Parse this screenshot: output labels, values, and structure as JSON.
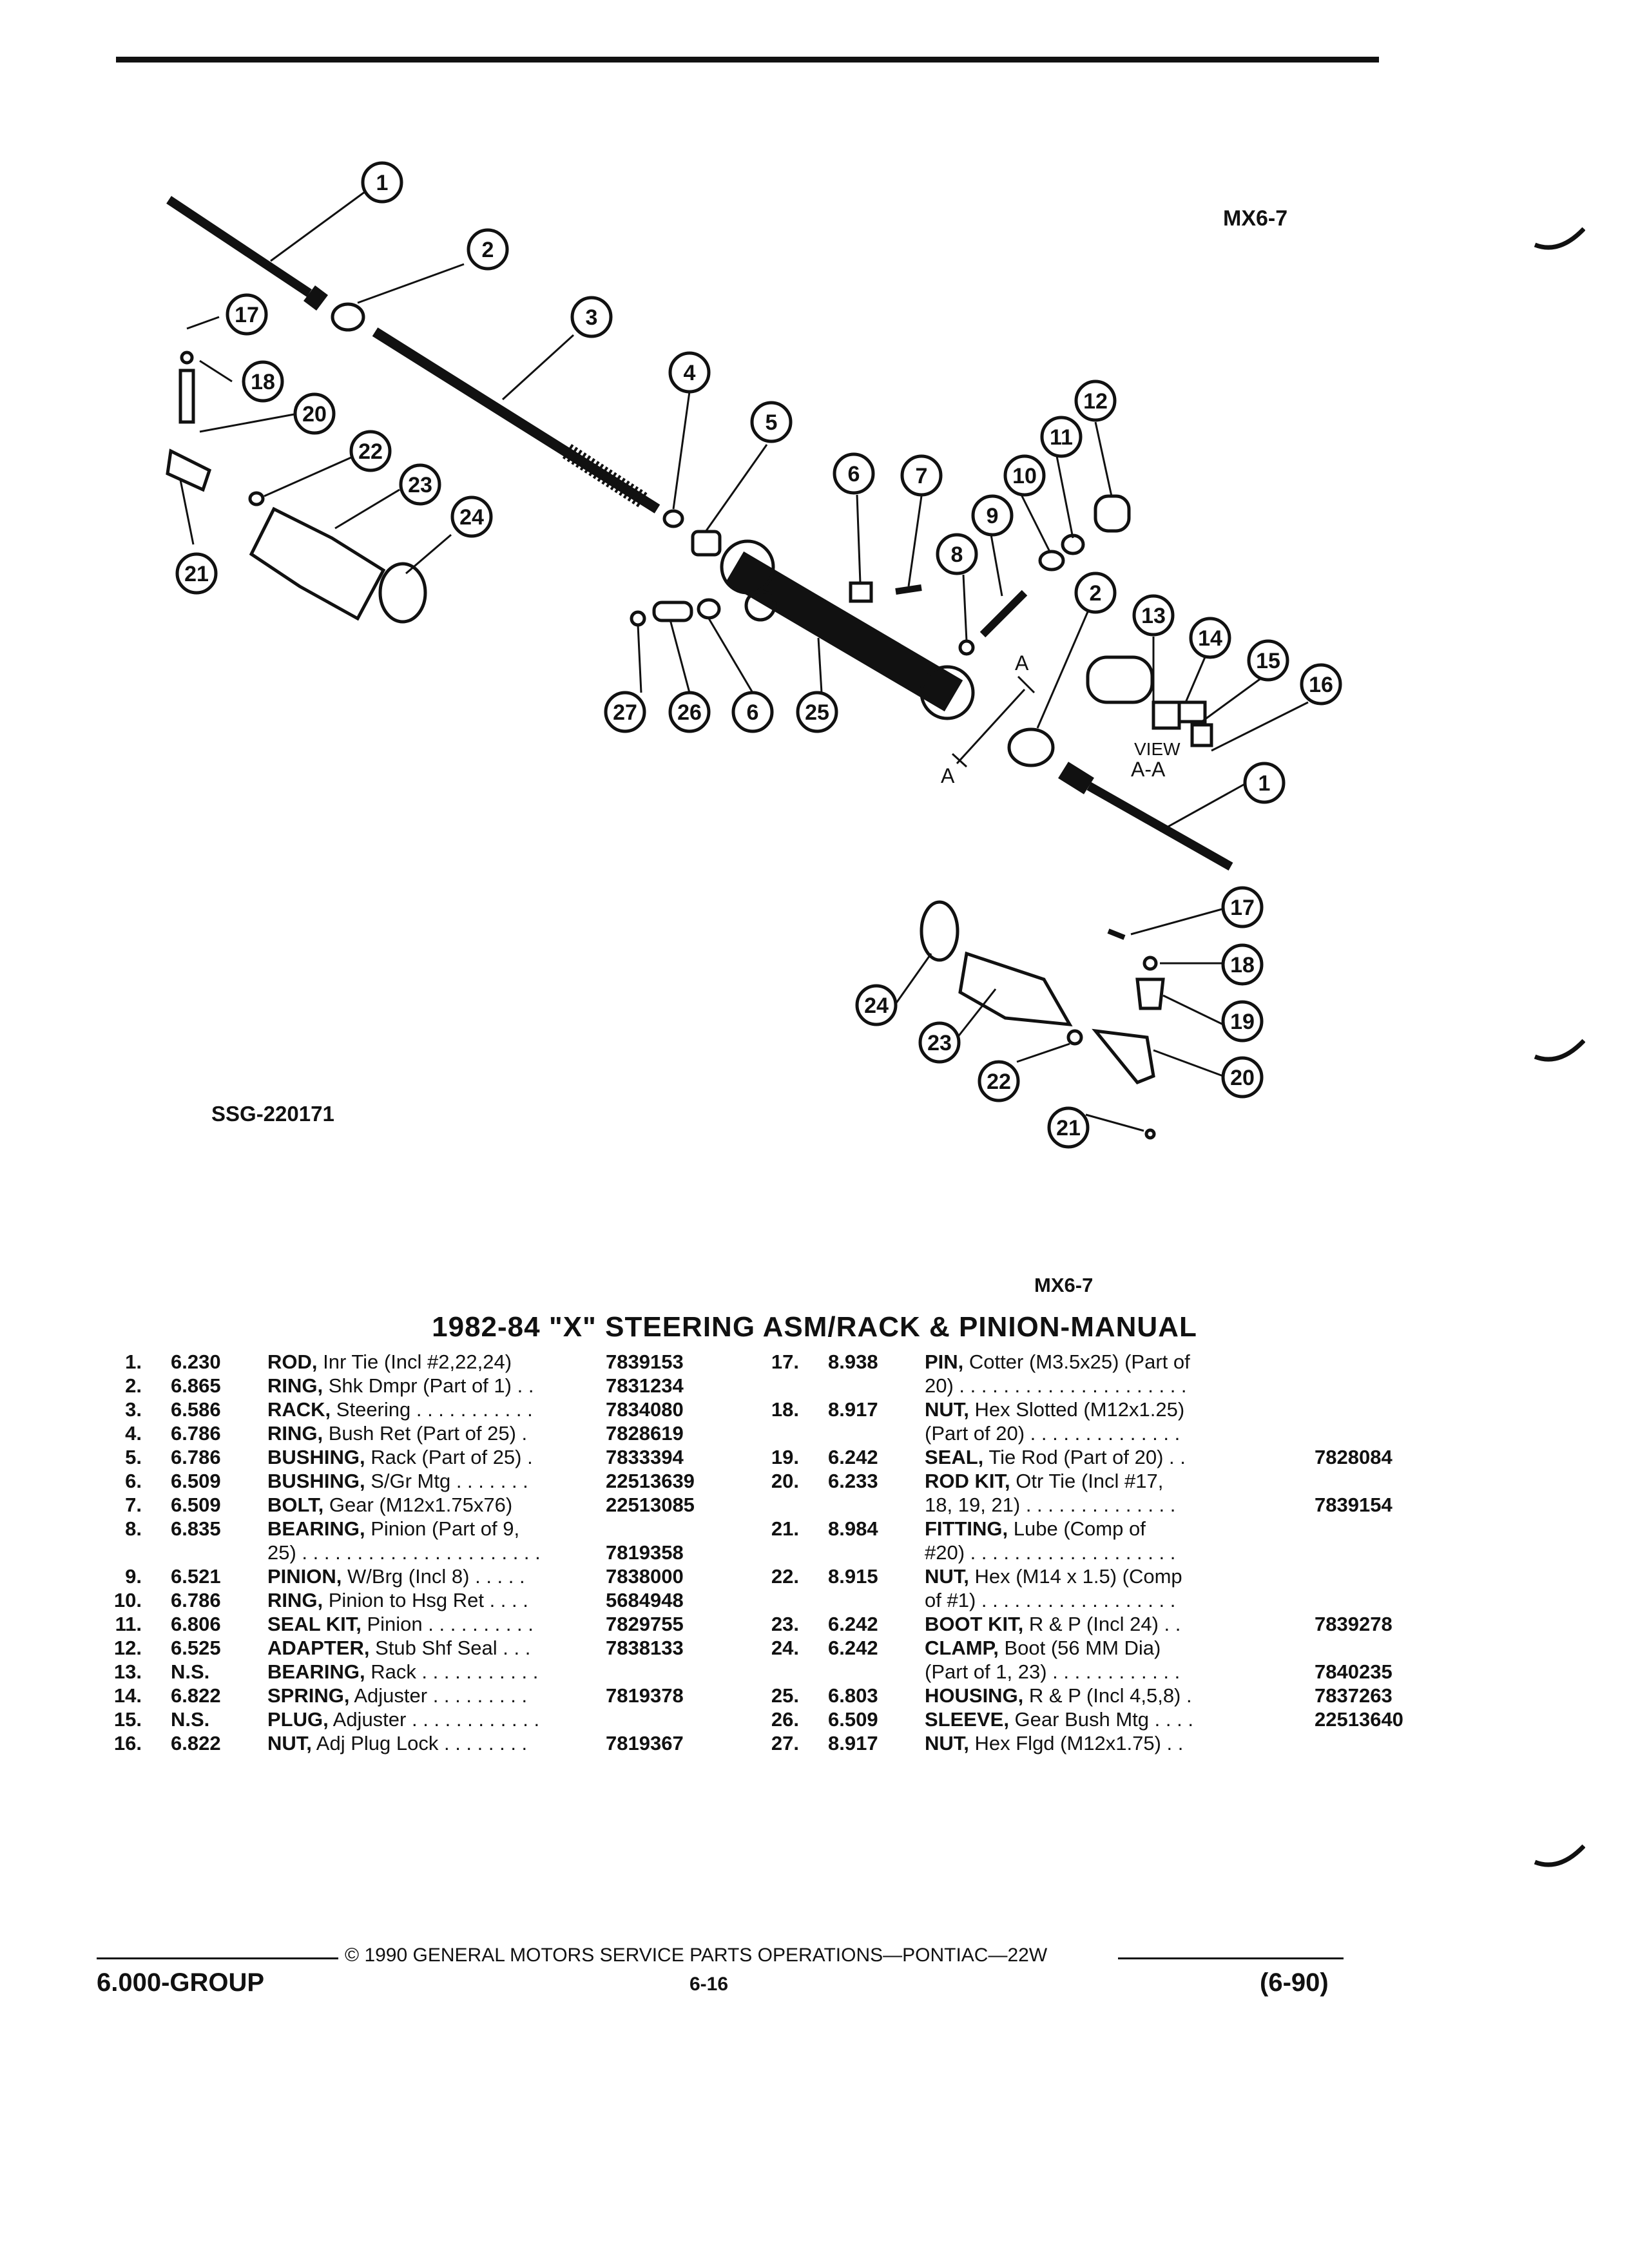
{
  "header": {
    "diagram_code_top": "MX6-7",
    "illustration_id": "SSG-220171",
    "diagram_code_bottom": "MX6-7"
  },
  "diagram": {
    "callouts": [
      "1",
      "2",
      "3",
      "17",
      "18",
      "20",
      "22",
      "23",
      "24",
      "21",
      "4",
      "5",
      "6",
      "7",
      "12",
      "11",
      "10",
      "9",
      "8",
      "2",
      "13",
      "14",
      "15",
      "16",
      "27",
      "26",
      "6",
      "25",
      "1",
      "17",
      "18",
      "19",
      "20",
      "24",
      "23",
      "22",
      "21"
    ],
    "view_label": [
      "VIEW",
      "A-A"
    ],
    "section_letter": "A"
  },
  "title": "1982-84 \"X\" STEERING ASM/RACK & PINION-MANUAL",
  "parts_left": [
    {
      "num": "1.",
      "grp": "6.230",
      "name": "ROD,",
      "desc": " Inr Tie (Incl #2,22,24)",
      "pn": "7839153"
    },
    {
      "num": "2.",
      "grp": "6.865",
      "name": "RING,",
      "desc": " Shk Dmpr (Part of 1) . .",
      "pn": "7831234"
    },
    {
      "num": "3.",
      "grp": "6.586",
      "name": "RACK,",
      "desc": " Steering . . . . . . . . . . .",
      "pn": "7834080"
    },
    {
      "num": "4.",
      "grp": "6.786",
      "name": "RING,",
      "desc": " Bush Ret (Part of 25)  .",
      "pn": "7828619"
    },
    {
      "num": "5.",
      "grp": "6.786",
      "name": "BUSHING,",
      "desc": " Rack (Part of 25)  .",
      "pn": "7833394"
    },
    {
      "num": "6.",
      "grp": "6.509",
      "name": "BUSHING,",
      "desc": " S/Gr Mtg  . . . . . . .",
      "pn": "22513639"
    },
    {
      "num": "7.",
      "grp": "6.509",
      "name": "BOLT,",
      "desc": " Gear (M12x1.75x76)",
      "pn": "22513085"
    },
    {
      "num": "8.",
      "grp": "6.835",
      "name": "BEARING,",
      "desc": " Pinion (Part of 9,",
      "pn": "",
      "cont": "25) . . . . . . . . . . . . . . . . . . . . . .",
      "cont_pn": "7819358"
    },
    {
      "num": "9.",
      "grp": "6.521",
      "name": "PINION,",
      "desc": " W/Brg (Incl 8)  . . . . .",
      "pn": "7838000"
    },
    {
      "num": "10.",
      "grp": "6.786",
      "name": "RING,",
      "desc": " Pinion to Hsg Ret  . . . .",
      "pn": "5684948"
    },
    {
      "num": "11.",
      "grp": "6.806",
      "name": "SEAL KIT,",
      "desc": " Pinion  . . . . . . . . . .",
      "pn": "7829755"
    },
    {
      "num": "12.",
      "grp": "6.525",
      "name": "ADAPTER,",
      "desc": " Stub Shf Seal  . . .",
      "pn": "7838133"
    },
    {
      "num": "13.",
      "grp": "N.S.",
      "name": "BEARING,",
      "desc": " Rack  . . . . . . . . . . .",
      "pn": ""
    },
    {
      "num": "14.",
      "grp": "6.822",
      "name": "SPRING,",
      "desc": " Adjuster  . . . . . . . . .",
      "pn": "7819378"
    },
    {
      "num": "15.",
      "grp": "N.S.",
      "name": "PLUG,",
      "desc": " Adjuster  . . . . . . . . . . . .",
      "pn": ""
    },
    {
      "num": "16.",
      "grp": "6.822",
      "name": "NUT,",
      "desc": " Adj Plug Lock  . . . . . . . .",
      "pn": "7819367"
    }
  ],
  "parts_right": [
    {
      "num": "17.",
      "grp": "8.938",
      "name": "PIN,",
      "desc": " Cotter (M3.5x25) (Part of",
      "pn": "",
      "cont": "20)  . . . . . . . . . . . . . . . . . . . . .",
      "cont_pn": ""
    },
    {
      "num": "18.",
      "grp": "8.917",
      "name": "NUT,",
      "desc": " Hex Slotted (M12x1.25)",
      "pn": "",
      "cont": "(Part of 20)  . . . . . . . . . . . . . .",
      "cont_pn": ""
    },
    {
      "num": "19.",
      "grp": "6.242",
      "name": "SEAL,",
      "desc": " Tie Rod (Part of 20)  . .",
      "pn": "7828084"
    },
    {
      "num": "20.",
      "grp": "6.233",
      "name": "ROD KIT,",
      "desc": " Otr Tie (Incl #17,",
      "pn": "",
      "cont": "18, 19, 21)  . . . . . . . . . . . . . .",
      "cont_pn": "7839154"
    },
    {
      "num": "21.",
      "grp": "8.984",
      "name": "FITTING,",
      "desc": " Lube (Comp of",
      "pn": "",
      "cont": "#20)  . . . . . . . . . . . . . . . . . . .",
      "cont_pn": ""
    },
    {
      "num": "22.",
      "grp": "8.915",
      "name": "NUT,",
      "desc": " Hex (M14 x 1.5) (Comp",
      "pn": "",
      "cont": "of #1)  . . . . . . . . . . . . . . . . . .",
      "cont_pn": ""
    },
    {
      "num": "23.",
      "grp": "6.242",
      "name": "BOOT KIT,",
      "desc": " R & P (Incl 24)  . .",
      "pn": "7839278"
    },
    {
      "num": "24.",
      "grp": "6.242",
      "name": "CLAMP,",
      "desc": " Boot (56 MM Dia)",
      "pn": "",
      "cont": "(Part of 1, 23)  . . . . . . . . . . . .",
      "cont_pn": "7840235"
    },
    {
      "num": "25.",
      "grp": "6.803",
      "name": "HOUSING,",
      "desc": " R & P (Incl 4,5,8)  .",
      "pn": "7837263"
    },
    {
      "num": "26.",
      "grp": "6.509",
      "name": "SLEEVE,",
      "desc": " Gear Bush Mtg  . . . .",
      "pn": "22513640"
    },
    {
      "num": "27.",
      "grp": "8.917",
      "name": "NUT,",
      "desc": " Hex Flgd (M12x1.75)  . .",
      "pn": ""
    }
  ],
  "footer": {
    "copyright": "© 1990 GENERAL MOTORS SERVICE PARTS OPERATIONS—PONTIAC—22W",
    "group": "6.000-GROUP",
    "page": "6-16",
    "date": "(6-90)"
  }
}
